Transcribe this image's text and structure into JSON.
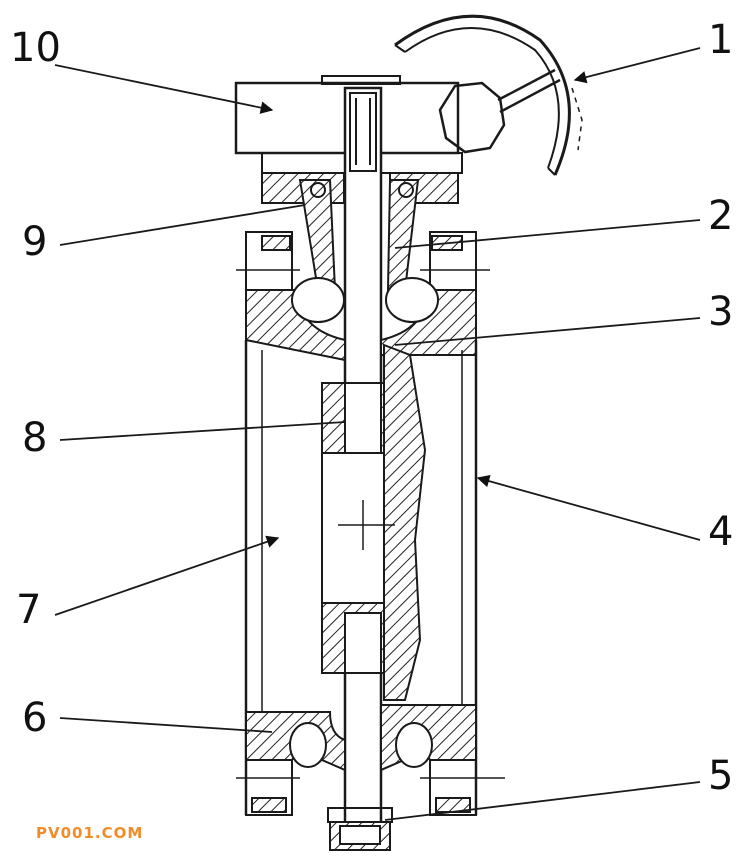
{
  "callouts": [
    {
      "id": "1",
      "label": "1"
    },
    {
      "id": "2",
      "label": "2"
    },
    {
      "id": "3",
      "label": "3"
    },
    {
      "id": "4",
      "label": "4"
    },
    {
      "id": "5",
      "label": "5"
    },
    {
      "id": "6",
      "label": "6"
    },
    {
      "id": "7",
      "label": "7"
    },
    {
      "id": "8",
      "label": "8"
    },
    {
      "id": "9",
      "label": "9"
    },
    {
      "id": "10",
      "label": "10"
    }
  ],
  "watermark": {
    "text": "PV001.COM",
    "color": "#f28c28"
  },
  "colors": {
    "line": "#1a1a1a",
    "background": "#ffffff"
  }
}
